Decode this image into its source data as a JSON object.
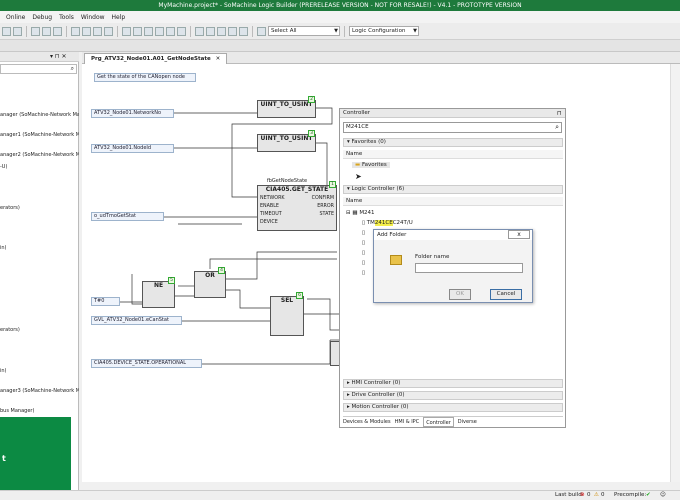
{
  "window": {
    "title": "MyMachine.project* - SoMachine Logic Builder (PRERELEASE VERSION - NOT FOR RESALE!) - V4.1 - PROTOTYPE VERSION"
  },
  "menu": [
    "Online",
    "Debug",
    "Tools",
    "Window",
    "Help"
  ],
  "toolbar": {
    "device_select": "Select All",
    "config_select": "Logic Configuration"
  },
  "left_panel": {
    "items": [
      "anager (SoMachine-Network Manag",
      "anager1 (SoMachine-Network Manag",
      "anager2 (SoMachine-Network Manag",
      "-U)",
      "erators)",
      "in)",
      "erators)",
      "in)",
      "anager3 (SoMachine-Network Manag",
      "bus Manager)"
    ],
    "green_text": "t"
  },
  "editor": {
    "tab_label": "Prg_ATV32_Node01.A01_GetNodeState",
    "comment": "Get the state of the CANopen node",
    "vars": {
      "network_no": "ATV32_Node01.NetworkNo",
      "node_id": "ATV32_Node01.NodeId",
      "timeout_var": "o_udTmoGetStat",
      "time_const": "T#0",
      "gvl_state": "GVL_ATV32_Node01.eCanStat",
      "cia_state": "CIA405.DEVICE_STATE.OPERATIONAL"
    },
    "blocks": {
      "uint_to_usint_1": {
        "title": "UINT_TO_USINT",
        "num": "2"
      },
      "uint_to_usint_2": {
        "title": "UINT_TO_USINT",
        "num": "3"
      },
      "instance": "fbGetNodeState",
      "get_state": {
        "title": "CIA405.GET_STATE",
        "num": "1",
        "inputs": [
          "NETWORK",
          "ENABLE",
          "TIMEOUT",
          "DEVICE"
        ],
        "outputs": [
          "CONFIRM",
          "ERROR",
          "STATE"
        ]
      },
      "ne": {
        "title": "NE",
        "num": "5"
      },
      "or": {
        "title": "OR",
        "num": "4"
      },
      "sel": {
        "title": "SEL",
        "num": "6"
      }
    }
  },
  "controller": {
    "title": "Controller",
    "search_value": "M241CE",
    "favorites_header": "Favorites (0)",
    "col_name": "Name",
    "favorites_folder": "Favorites",
    "logic_header": "Logic Controller (6)",
    "tree_root": "M241",
    "tree_item_prefix": "TM",
    "tree_item_highlight": "241CE",
    "tree_item_suffix": "C24T/U",
    "hmi_header": "HMI Controller (0)",
    "drive_header": "Drive Controller (0)",
    "motion_header": "Motion Controller (0)",
    "bottom_tabs": [
      "Devices & Modules",
      "HMI & IPC",
      "Controller",
      "Diverse"
    ]
  },
  "dialog": {
    "title": "Add Folder",
    "close": "x",
    "label": "Folder name",
    "ok": "OK",
    "cancel": "Cancel"
  },
  "status": {
    "last_build": "Last build:",
    "errors": "0",
    "warnings": "0",
    "precompile": "Precompile:"
  }
}
